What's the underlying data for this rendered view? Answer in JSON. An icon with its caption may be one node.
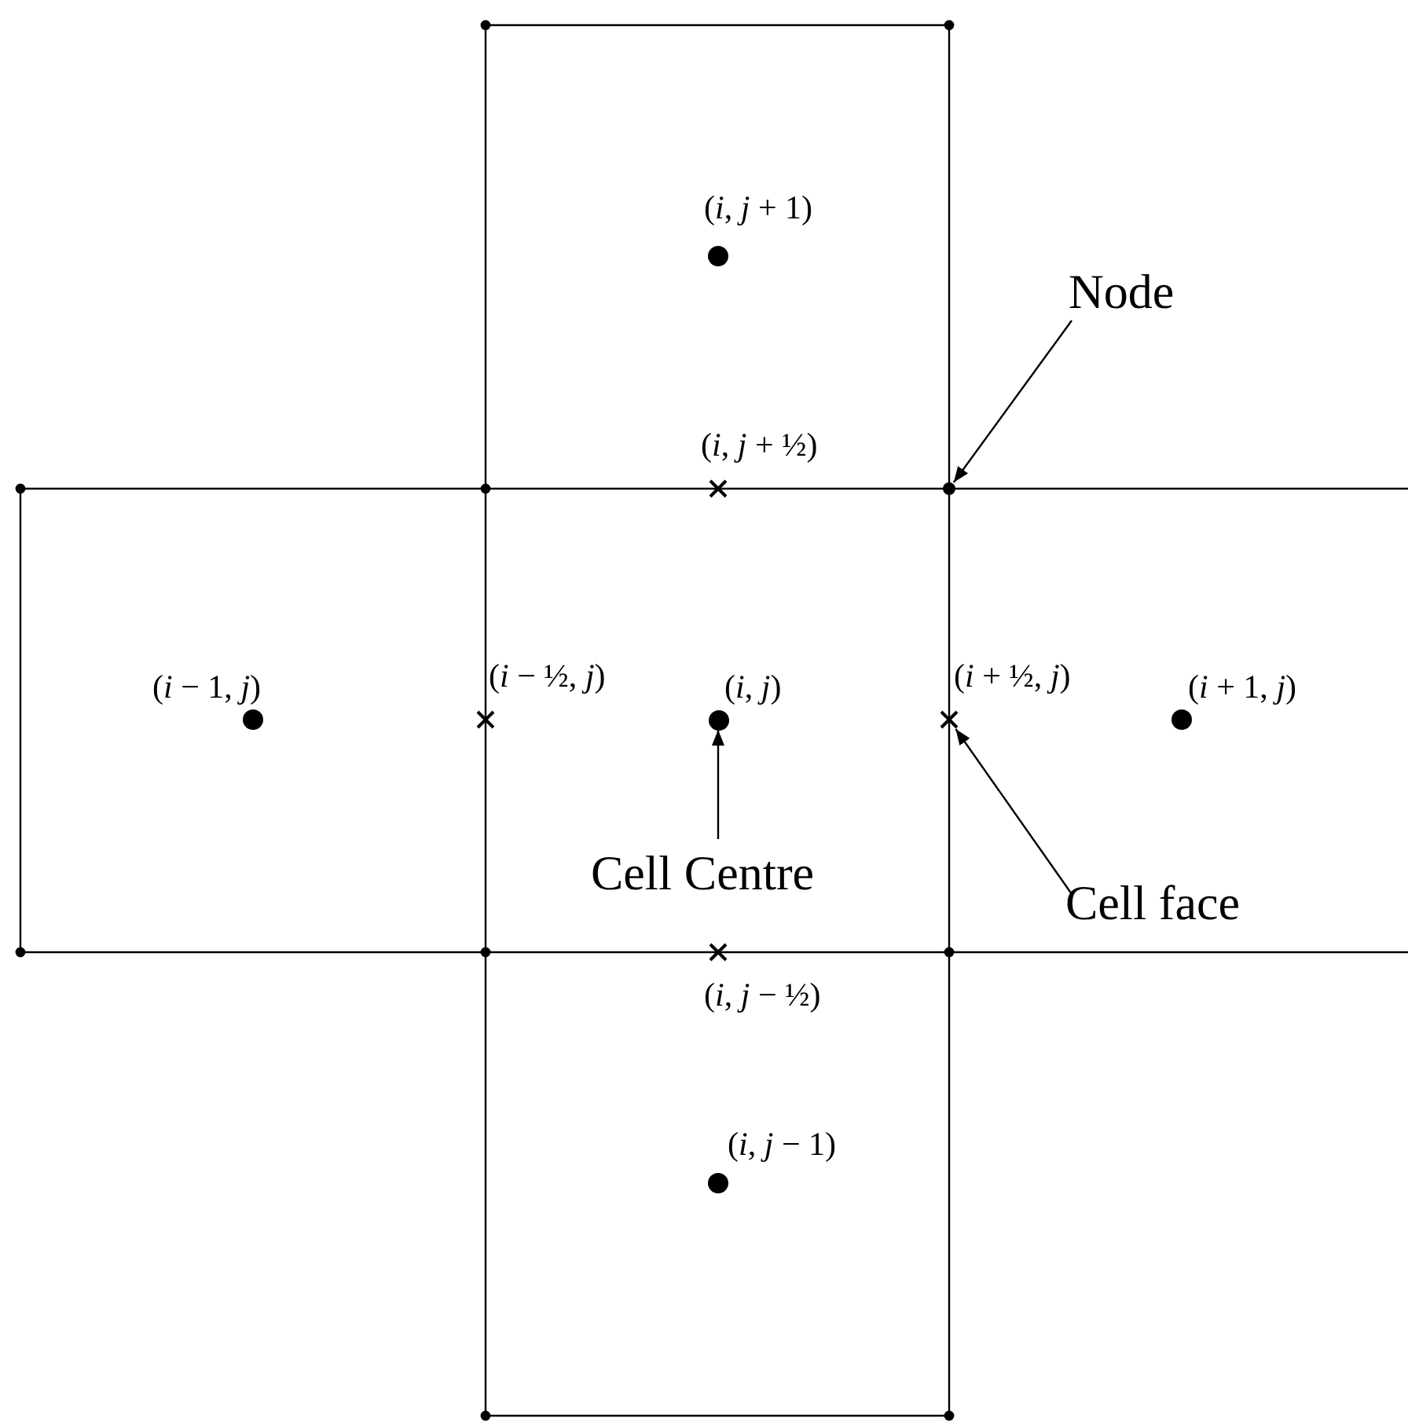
{
  "diagram": {
    "nodes": [
      {
        "text": [
          "Node"
        ]
      },
      {
        "text": [],
        "shape": "circle"
      },
      {
        "text": [],
        "shape": "circle"
      },
      {
        "text": [],
        "shape": "cross"
      },
      {
        "text": [
          "Cell Centre"
        ]
      },
      {
        "text": [
          "Cell face"
        ]
      }
    ],
    "edges": [
      {
        "from": 0,
        "to": 1,
        "arrow": "to"
      },
      {
        "from": 4,
        "to": 2,
        "arrow": "to"
      },
      {
        "from": 5,
        "to": 3,
        "arrow": "to"
      }
    ],
    "labels": [
      "(*i*, *j* + 1)",
      "(*i*, *j* + ½)",
      "(*i* − 1, *j*)",
      "(*i* − ½, *j*)",
      "(*i*, *j*)",
      "(*i* + ½, *j*)",
      "(*i* + 1, *j*)",
      "(*i*, *j* − ½)",
      "(*i*, *j* − 1)"
    ]
  }
}
